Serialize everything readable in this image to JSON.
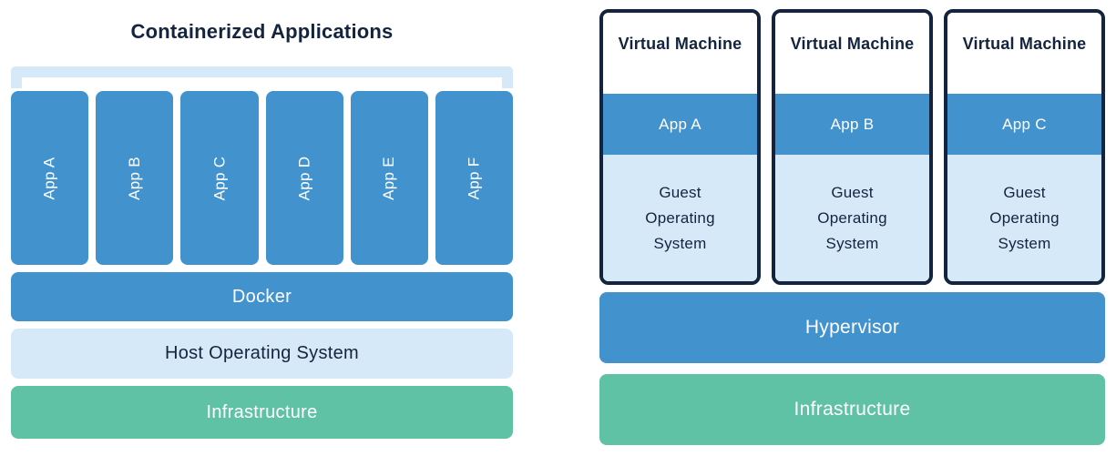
{
  "colors": {
    "blue": "#4292CE",
    "light_blue": "#D6E9F8",
    "green": "#5FC2A4",
    "navy": "#14243E",
    "background": "#FFFFFF"
  },
  "left_panel": {
    "title": "Containerized Applications",
    "apps": [
      {
        "label": "App A"
      },
      {
        "label": "App B"
      },
      {
        "label": "App C"
      },
      {
        "label": "App D"
      },
      {
        "label": "App E"
      },
      {
        "label": "App F"
      }
    ],
    "layers": [
      {
        "id": "docker",
        "label": "Docker",
        "color": "blue"
      },
      {
        "id": "host-operating-system",
        "label": "Host Operating System",
        "color": "light_blue"
      },
      {
        "id": "infrastructure",
        "label": "Infrastructure",
        "color": "green"
      }
    ]
  },
  "right_panel": {
    "vms": [
      {
        "title": "Virtual Machine",
        "app": "App A",
        "os": "Guest Operating System"
      },
      {
        "title": "Virtual Machine",
        "app": "App B",
        "os": "Guest Operating System"
      },
      {
        "title": "Virtual Machine",
        "app": "App C",
        "os": "Guest Operating System"
      }
    ],
    "layers": [
      {
        "id": "hypervisor",
        "label": "Hypervisor",
        "color": "blue"
      },
      {
        "id": "infrastructure",
        "label": "Infrastructure",
        "color": "green"
      }
    ]
  }
}
